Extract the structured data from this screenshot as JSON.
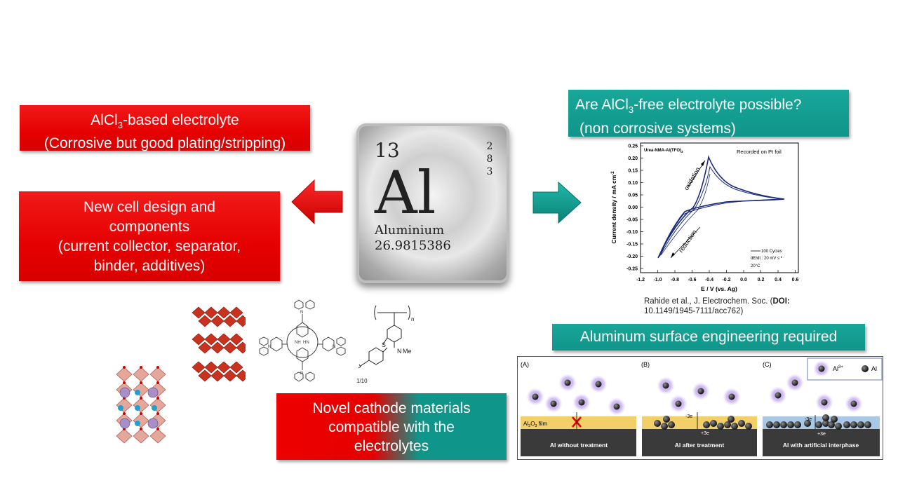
{
  "boxes": {
    "alcl3_electrolyte": {
      "line1_prefix": "AlCl",
      "line1_sub": "3",
      "line1_suffix": "-based electrolyte",
      "line2": "(Corrosive but good plating/stripping)"
    },
    "cell_design": {
      "line1": "New cell design and",
      "line2": "components",
      "line3": "(current collector, separator,",
      "line4": "binder, additives)"
    },
    "alcl3_free": {
      "line1_prefix": "Are AlCl",
      "line1_sub": "3",
      "line1_suffix": "-free electrolyte  possible?",
      "line2": "(non corrosive systems)"
    },
    "surface_engineering": {
      "text": "Aluminum surface engineering required"
    },
    "cathode": {
      "line1": "Novel cathode materials",
      "line2": "compatible with the",
      "line3": "electrolytes"
    }
  },
  "element": {
    "atomic_number": "13",
    "shells": [
      "2",
      "8",
      "3"
    ],
    "symbol": "Al",
    "name": "Aluminium",
    "mass": "26.9815386"
  },
  "cv_plot": {
    "legend_label": "Urea-NMA-Al(TFO)",
    "legend_sub": "3",
    "note": "Recorded on Pt foil",
    "ylabel": "Current density / mA cm",
    "ylabel_sup": "-2",
    "xlabel": "E / V (vs. Ag)",
    "x_ticks": [
      "-1.2",
      "-1.0",
      "-0.8",
      "-0.6",
      "-0.4",
      "-0.2",
      "0.0",
      "0.2",
      "0.4",
      "0.6"
    ],
    "y_ticks": [
      "0.25",
      "0.20",
      "0.15",
      "0.10",
      "0.05",
      "0.00",
      "-0.05",
      "-0.10",
      "-0.15",
      "-0.20",
      "-0.25"
    ],
    "oxidation": "oxidation",
    "reduction": "reduction",
    "cycles": "100 Cycles",
    "rate": "dE/dt : 20 mV s",
    "rate_sup": "-1",
    "temp": "20°C"
  },
  "citation": {
    "text": "Rahide et al., J. Electrochem. Soc. (",
    "doi_label": "DOI:",
    "doi": "10.1149/1945-7111/acc762)"
  },
  "surface_figure": {
    "panel_a": "(A)",
    "panel_b": "(B)",
    "panel_c": "(C)",
    "legend_ion": "Al",
    "legend_ion_sup": "3+",
    "legend_metal": "Al",
    "film_label": "Al",
    "film_sub1": "2",
    "film_mid": "O",
    "film_sub2": "3",
    "film_suffix": " film",
    "minus_3e": "-3e",
    "plus_3e": "+3e",
    "caption_a": "Al without treatment",
    "caption_b": "Al after treatment",
    "caption_c": "Al with artificial interphase"
  },
  "molecules": {
    "polymer_sub": "n",
    "phenothiazine_s": "S",
    "phenothiazine_n": "N",
    "phenothiazine_me": "Me",
    "ratio": "1/10",
    "porphyrin_nh": "NH",
    "porphyrin_hn": "HN",
    "amine_n": "N"
  },
  "colors": {
    "red": "#e50000",
    "teal": "#0f9589",
    "cv_curve": "#1a2a7a",
    "surface_gold": "#f3cf6a",
    "surface_blue": "#a9c8e6",
    "al_dark": "#3a3a3a"
  }
}
